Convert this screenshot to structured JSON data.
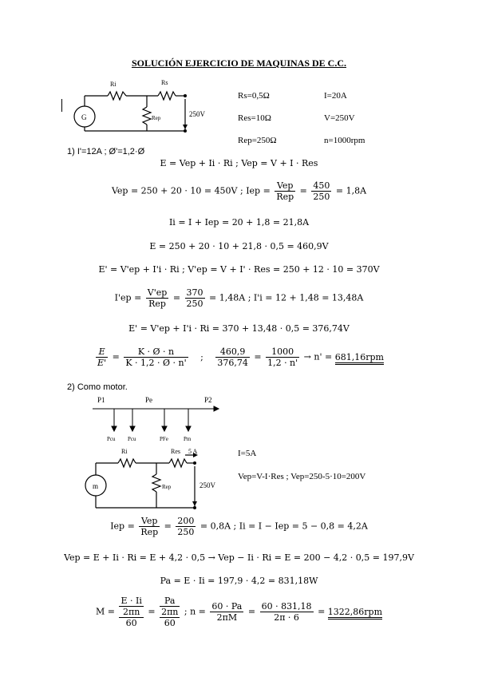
{
  "title": "SOLUCIÓN EJERCICIO DE MAQUINAS DE C.C.",
  "circuit1": {
    "generator": "G",
    "ri": "Ri",
    "rs": "Rs",
    "rep": "Rep",
    "voltage": "250V"
  },
  "params": {
    "rs": "Rs=0,5Ω",
    "i": "I=20A",
    "res": "Res=10Ω",
    "v": "V=250V",
    "rep": "Rep=250Ω",
    "n": "n=1000rpm"
  },
  "part1": {
    "heading": "1)   I'=12A ; Ø'=1,2·Ø",
    "eq1": "E = Vep + Ii · Ri ;   Vep = V + I · Res",
    "eq2a": "Vep = 250 + 20 · 10 = 450V ;  Iep =",
    "eq2b_num": "Vep",
    "eq2b_den": "Rep",
    "eq2c_num": "450",
    "eq2c_den": "250",
    "eq2d": "= 1,8A",
    "eq3": "Ii = I + Iep = 20 + 1,8 = 21,8A",
    "eq4": "E = 250 + 20 · 10 + 21,8 · 0,5 = 460,9V",
    "eq5": "E' = V'ep + I'i · Ri ;  V'ep = V + I' · Res = 250 + 12 · 10 = 370V",
    "eq6a": "I'ep =",
    "eq6b_num": "V'ep",
    "eq6b_den": "Rep",
    "eq6c_num": "370",
    "eq6c_den": "250",
    "eq6d": "= 1,48A ;  I'i = 12 + 1,48 = 13,48A",
    "eq7": "E' = V'ep + I'i · Ri = 370 + 13,48 · 0,5 = 376,74V",
    "eq8a_num": "E",
    "eq8a_den": "E'",
    "eq8b_num": "K · Ø · n",
    "eq8b_den": "K · 1,2 · Ø · n'",
    "eq8c": ";",
    "eq8d_num": "460,9",
    "eq8d_den": "376,74",
    "eq8e_num": "1000",
    "eq8e_den": "1,2 · n'",
    "eq8f": "→  n' =",
    "eq8g": "681,16rpm"
  },
  "part2": {
    "heading": "2)    Como motor.",
    "flow": {
      "p1": "P1",
      "p2": "P2",
      "pe": "Pe",
      "pcu": "Pcu",
      "pcu2": "Pcu",
      "pfe": "PFe",
      "pm": "Pm"
    },
    "circuit": {
      "motor": "m",
      "ri": "Ri",
      "res": "Res",
      "rep": "Rep",
      "current": "5 A",
      "voltage": "250V"
    },
    "given_i": "I=5A",
    "given_vep": "Vep=V-I·Res  ; Vep=250-5·10=200V",
    "eq1a": "Iep =",
    "eq1b_num": "Vep",
    "eq1b_den": "Rep",
    "eq1c_num": "200",
    "eq1c_den": "250",
    "eq1d": "= 0,8A ;  Ii = I − Iep = 5 − 0,8 = 4,2A",
    "eq2": "Vep = E + Ii · Ri = E + 4,2 · 0,5  →  Vep − Ii · Ri = E = 200 − 4,2 · 0,5 = 197,9V",
    "eq3": "Pa = E · Ii = 197,9 · 4,2 = 831,18W",
    "eq4a": "M =",
    "eq4b_num": "E · Ii",
    "eq4b_den1": "2πn",
    "eq4b_den2": "60",
    "eq4c_num": "Pa",
    "eq4c_den1": "2πn",
    "eq4c_den2": "60",
    "eq4d": ";  n =",
    "eq4e_num": "60 · Pa",
    "eq4e_den": "2πM",
    "eq4f_num": "60 · 831,18",
    "eq4f_den": "2π · 6",
    "eq4g": "1322,86rpm"
  }
}
